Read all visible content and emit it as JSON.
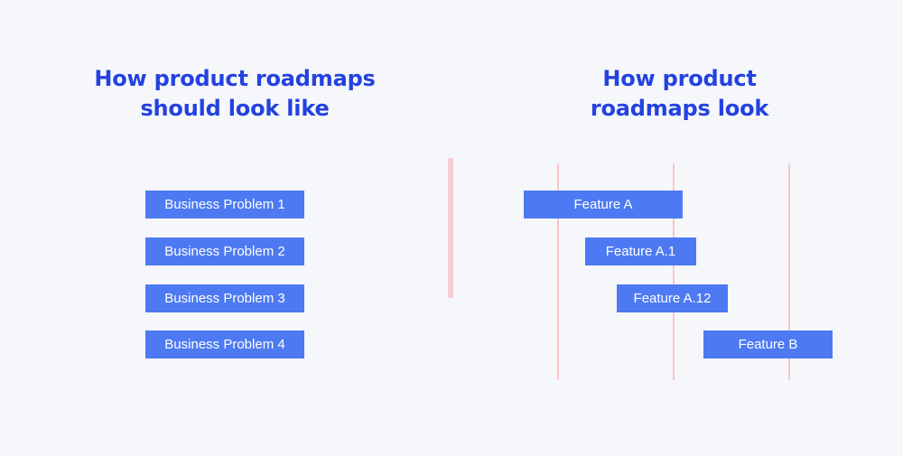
{
  "left": {
    "title_line1": "How product roadmaps",
    "title_line2": "should look like",
    "items": [
      "Business Problem 1",
      "Business Problem 2",
      "Business Problem 3",
      "Business Problem 4"
    ]
  },
  "right": {
    "title_line1": "How product",
    "title_line2": "roadmaps look",
    "features": [
      "Feature A",
      "Feature A.1",
      "Feature A.12",
      "Feature B"
    ]
  },
  "colors": {
    "title": "#2342e0",
    "bar": "#4d7af2",
    "timeline_line": "#f7c6c6",
    "divider": "#f6cfd2",
    "background": "#f6f7fb"
  }
}
